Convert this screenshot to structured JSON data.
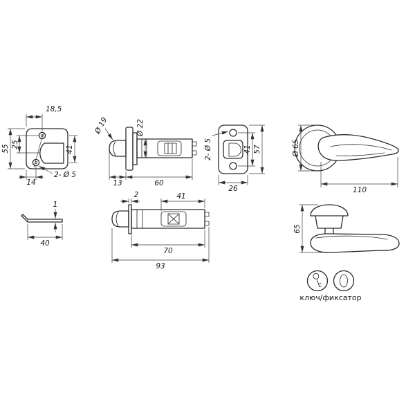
{
  "views": {
    "strike_plate": {
      "dim_top_width": "18,5",
      "dim_height": "55",
      "dim_hole_offset": "25",
      "dim_bottom_width": "14",
      "dim_side_height": "41",
      "holes_note": "2- Ø 5"
    },
    "latch_60": {
      "dim_bolt_dia": "Ø 19",
      "dim_tube_dia": "Ø 22",
      "dim_bolt_len": "13",
      "dim_body_len": "60"
    },
    "strike_box": {
      "holes_note": "2- Ø 5",
      "dim_hole_spacing": "41",
      "dim_height": "57",
      "dim_width": "26"
    },
    "handle_top": {
      "dim_rose_dia": "Ø 65",
      "dim_lever_len": "110"
    },
    "plate_edge": {
      "dim_thickness": "1",
      "dim_flat_width": "40"
    },
    "latch_93": {
      "dim_faceplate_thickness": "2",
      "dim_cam_to_end": "41",
      "dim_body_len": "70",
      "dim_total_len": "93"
    },
    "handle_side": {
      "dim_height": "65"
    },
    "lock_types": {
      "caption": "ключ/фиксатор"
    }
  },
  "colors": {
    "outline": "#2a2a2a",
    "dimension": "#3c3c3c",
    "background": "#ffffff"
  }
}
